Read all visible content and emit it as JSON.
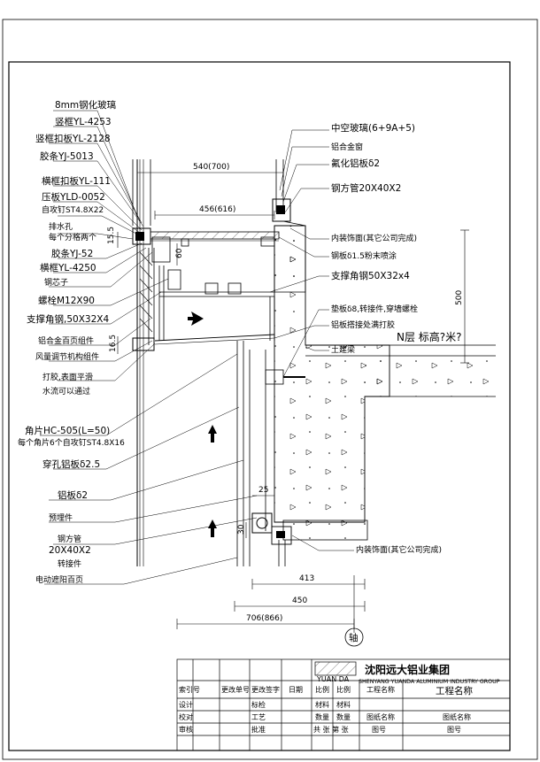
{
  "labels_left": [
    "8mm钢化玻璃",
    "竖框YL-4253",
    "竖框扣板YL-2128",
    "胶条YJ-5013",
    "横框扣板YL-111",
    "压板YLD-0052",
    "自攻钉ST4.8X22",
    "排水孔",
    "每个分格两个",
    "胶条YJ-52",
    "横框YL-4250",
    "钢芯子",
    "螺栓M12X90",
    "支撑角钢,50X32X4",
    "铝合金百页组件",
    "风量调节机构组件",
    "打胶,表面平滑",
    "水流可以通过",
    "角片HC-505(L=50)",
    "每个角片6个自攻钉ST4.8X16",
    "穿孔铝板δ2.5",
    "铝板δ2",
    "预埋件",
    "钢方管",
    "20X40X2",
    "转接件",
    "电动遮阳百页"
  ],
  "labels_right": [
    "中空玻璃(6+9A+5)",
    "铝合金窗",
    "氟化铝板δ2",
    "钢方管20X40X2",
    "内装饰面(其它公司完成)",
    "钢板δ1.5粉末喷涂",
    "支撑角钢50X32x4",
    "垫板δ8,转接件,穿墙螺栓",
    "铝板搭接处满打胶",
    "N层 标高?米?",
    "土建梁",
    "内装饰面(其它公司完成)"
  ],
  "dimensions": {
    "top_540": "540(700)",
    "top_456": "456(616)",
    "d_15_5": "15.5",
    "d_60": "60",
    "d_500": "500",
    "d_16_5": "16.5",
    "d_25": "25",
    "d_30": "30",
    "bottom_413": "413",
    "bottom_450": "450",
    "bottom_706": "706(866)",
    "axis": "轴"
  },
  "title_block": {
    "company_cn": "沈阳远大铝业集团",
    "company_logo": "YUAN DA",
    "company_en": "SHENYANG YUANDA ALUMINIUM INDUSTRY GROUP",
    "rows": [
      [
        "索引号",
        "更改单号",
        "更改签字",
        "日期",
        "比例",
        "比例",
        "工程名称",
        "工程名称"
      ],
      [
        "设计",
        "",
        "标检",
        "",
        "材料",
        "材料",
        "",
        ""
      ],
      [
        "校对",
        "",
        "工艺",
        "",
        "数量",
        "数量",
        "图纸名称",
        "图纸名称"
      ],
      [
        "审核",
        "",
        "批准",
        "",
        "共 张 第 张",
        "",
        "图号",
        "图号"
      ]
    ]
  }
}
